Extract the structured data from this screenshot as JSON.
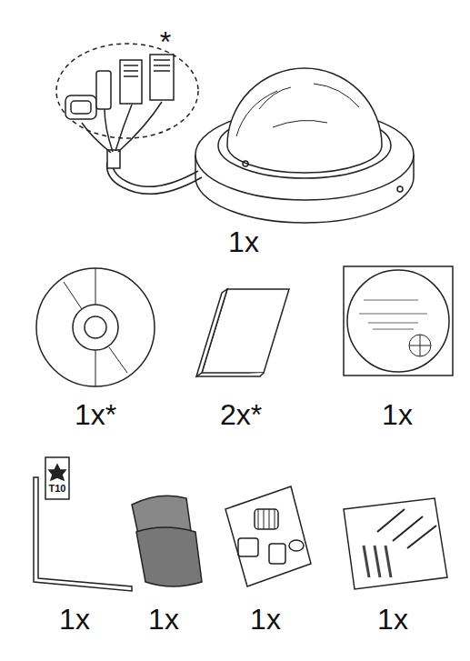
{
  "diagram": {
    "labels": [
      "*",
      "1x",
      "1x*",
      "2x*",
      "1x",
      "T10",
      "1x",
      "1x",
      "1x",
      "1x"
    ]
  }
}
